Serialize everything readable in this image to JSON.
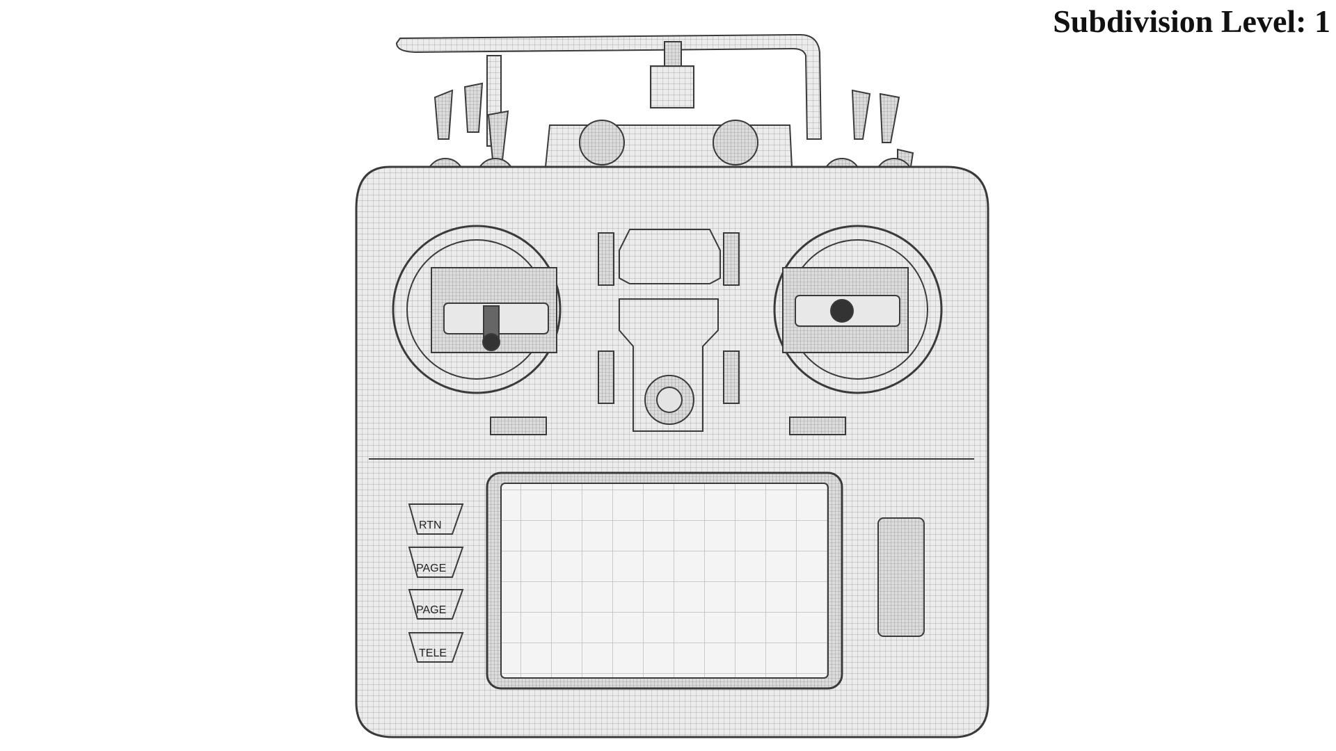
{
  "viewport": {
    "title": "Subdivision Level: 1"
  },
  "transmitter": {
    "buttons": [
      {
        "id": "rtn",
        "label": "RTN"
      },
      {
        "id": "page-1",
        "label": "PAGE"
      },
      {
        "id": "page-2",
        "label": "PAGE"
      },
      {
        "id": "tele",
        "label": "TELE"
      }
    ]
  },
  "colors": {
    "background": "#ffffff",
    "body_fill": "#ededed",
    "wire_line": "#3a3a3a",
    "mesh_line": "#8a8a8a",
    "screen_fill": "#f2f2f2"
  }
}
